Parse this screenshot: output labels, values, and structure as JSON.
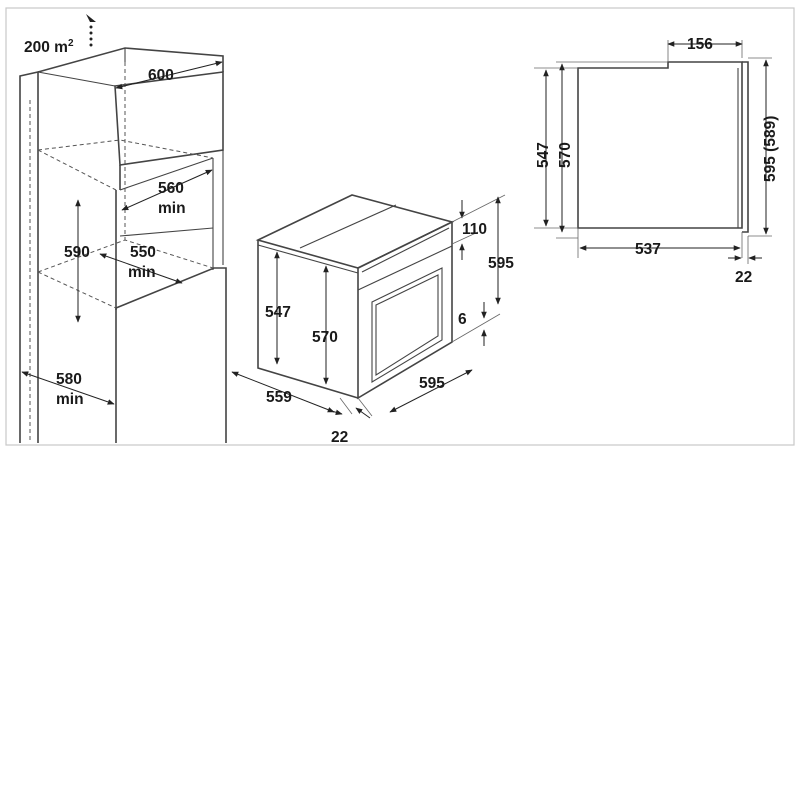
{
  "labels": {
    "airflow": "200 m",
    "airflow_sup": "2",
    "niche_depth_top": "600",
    "niche_width_top_value": "560",
    "niche_width_top_min": "min",
    "niche_height": "590",
    "niche_width_bottom_value": "550",
    "niche_width_bottom_min": "min",
    "cabinet_depth_value": "580",
    "cabinet_depth_min": "min",
    "oven_height_547": "547",
    "oven_height_570": "570",
    "oven_front_110": "110",
    "oven_total_595": "595",
    "oven_gap_6": "6",
    "oven_depth_559": "559",
    "oven_width_595": "595",
    "oven_door_22": "22",
    "side_top_156": "156",
    "side_547": "547",
    "side_570": "570",
    "side_595_589": "595 (589)",
    "side_537": "537",
    "side_22": "22"
  },
  "icons": {
    "airflow": "airflow-arrow-icon"
  },
  "colors": {
    "line": "#444444",
    "frame": "#c8c8c8",
    "text": "#1a1a1a"
  }
}
